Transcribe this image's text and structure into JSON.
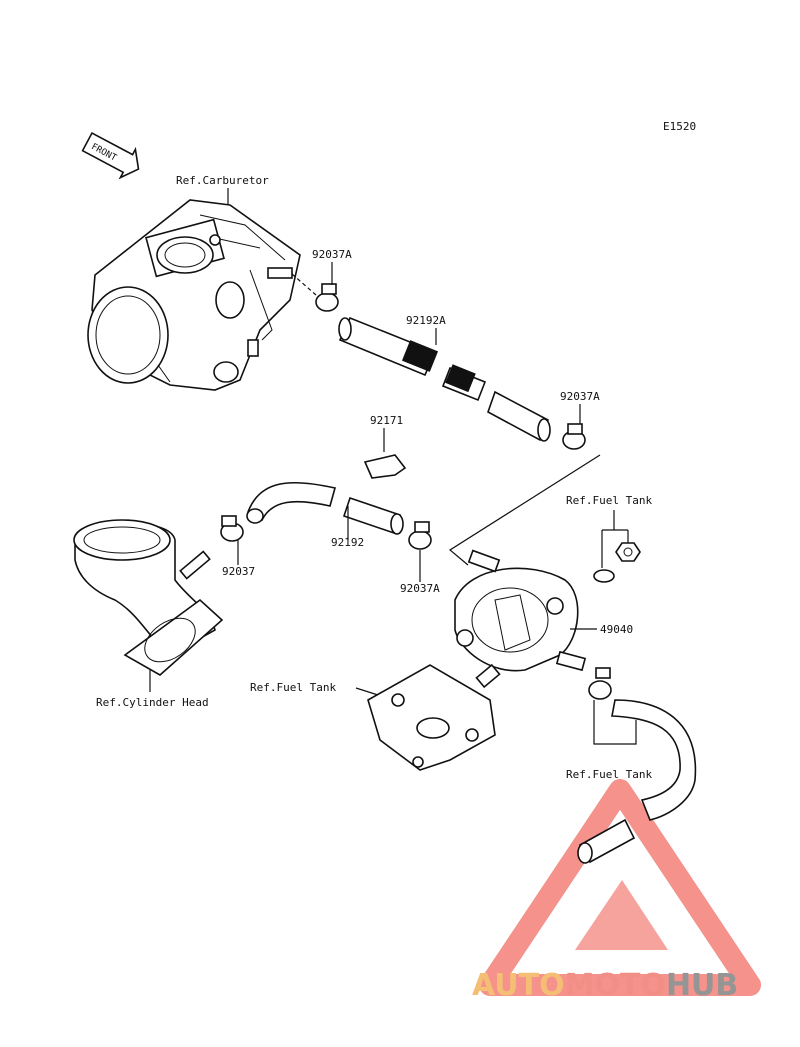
{
  "diagram_code": "E1520",
  "front_label": "FRONT",
  "labels": {
    "ref_carburetor": "Ref.Carburetor",
    "part_92037A_top": "92037A",
    "part_92192A": "92192A",
    "part_92037A_right": "92037A",
    "part_92171": "92171",
    "ref_fuel_tank_top": "Ref.Fuel Tank",
    "part_92037": "92037",
    "part_92192": "92192",
    "part_92037A_bottom": "92037A",
    "part_49040": "49040",
    "ref_fuel_tank_mid": "Ref.Fuel Tank",
    "ref_cylinder_head": "Ref.Cylinder Head",
    "ref_fuel_tank_bottom": "Ref.Fuel Tank"
  },
  "watermark": {
    "part1": "AUTO",
    "part2": "MOTO",
    "part3": "HUB",
    "color1": "#f5b867",
    "color2": "#f0827a",
    "color3": "#8a8a8a",
    "triangle_color": "#f3877f"
  }
}
